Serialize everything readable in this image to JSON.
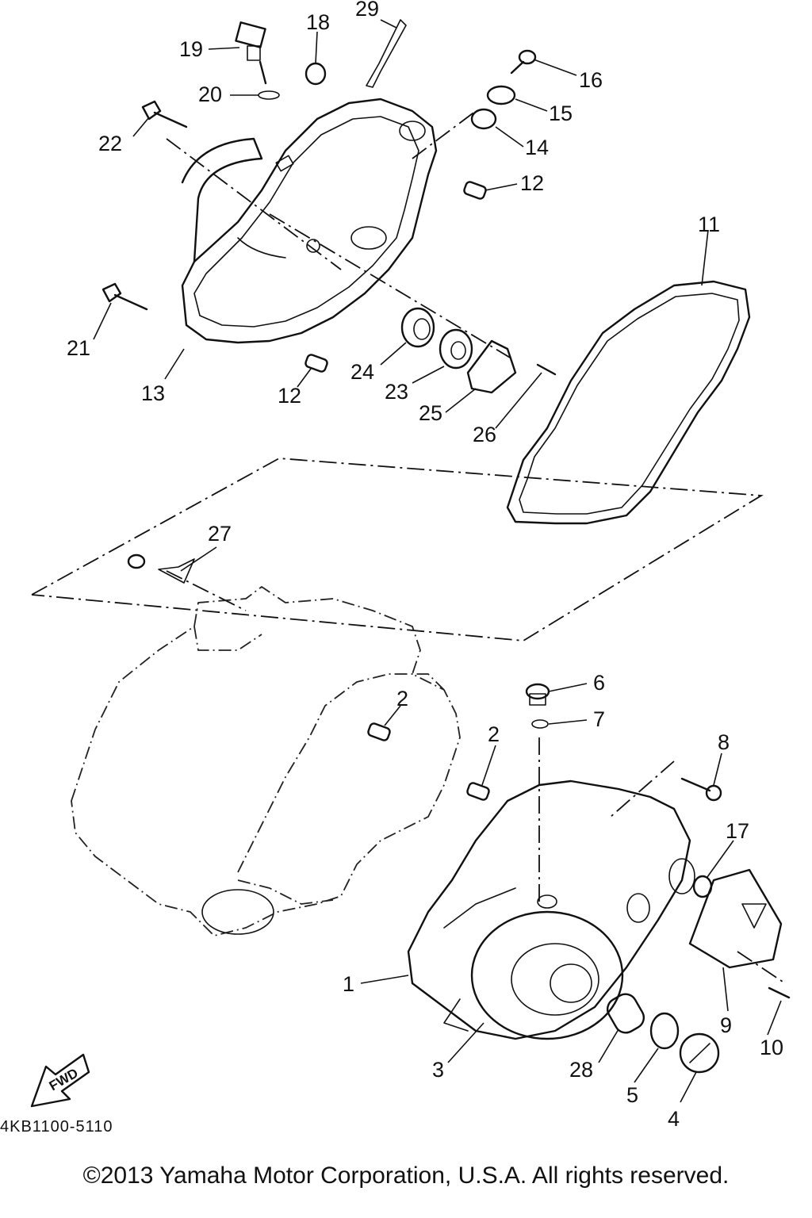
{
  "diagram": {
    "callouts": [
      "1",
      "2",
      "2",
      "3",
      "4",
      "5",
      "6",
      "7",
      "8",
      "9",
      "10",
      "11",
      "12",
      "12",
      "13",
      "14",
      "15",
      "16",
      "17",
      "18",
      "19",
      "20",
      "21",
      "22",
      "23",
      "24",
      "25",
      "26",
      "27",
      "28",
      "29"
    ],
    "direction_arrow": "FWD",
    "drawing_code": "4KB1100-5110",
    "copyright": "©2013 Yamaha Motor Corporation, U.S.A. All rights reserved."
  }
}
